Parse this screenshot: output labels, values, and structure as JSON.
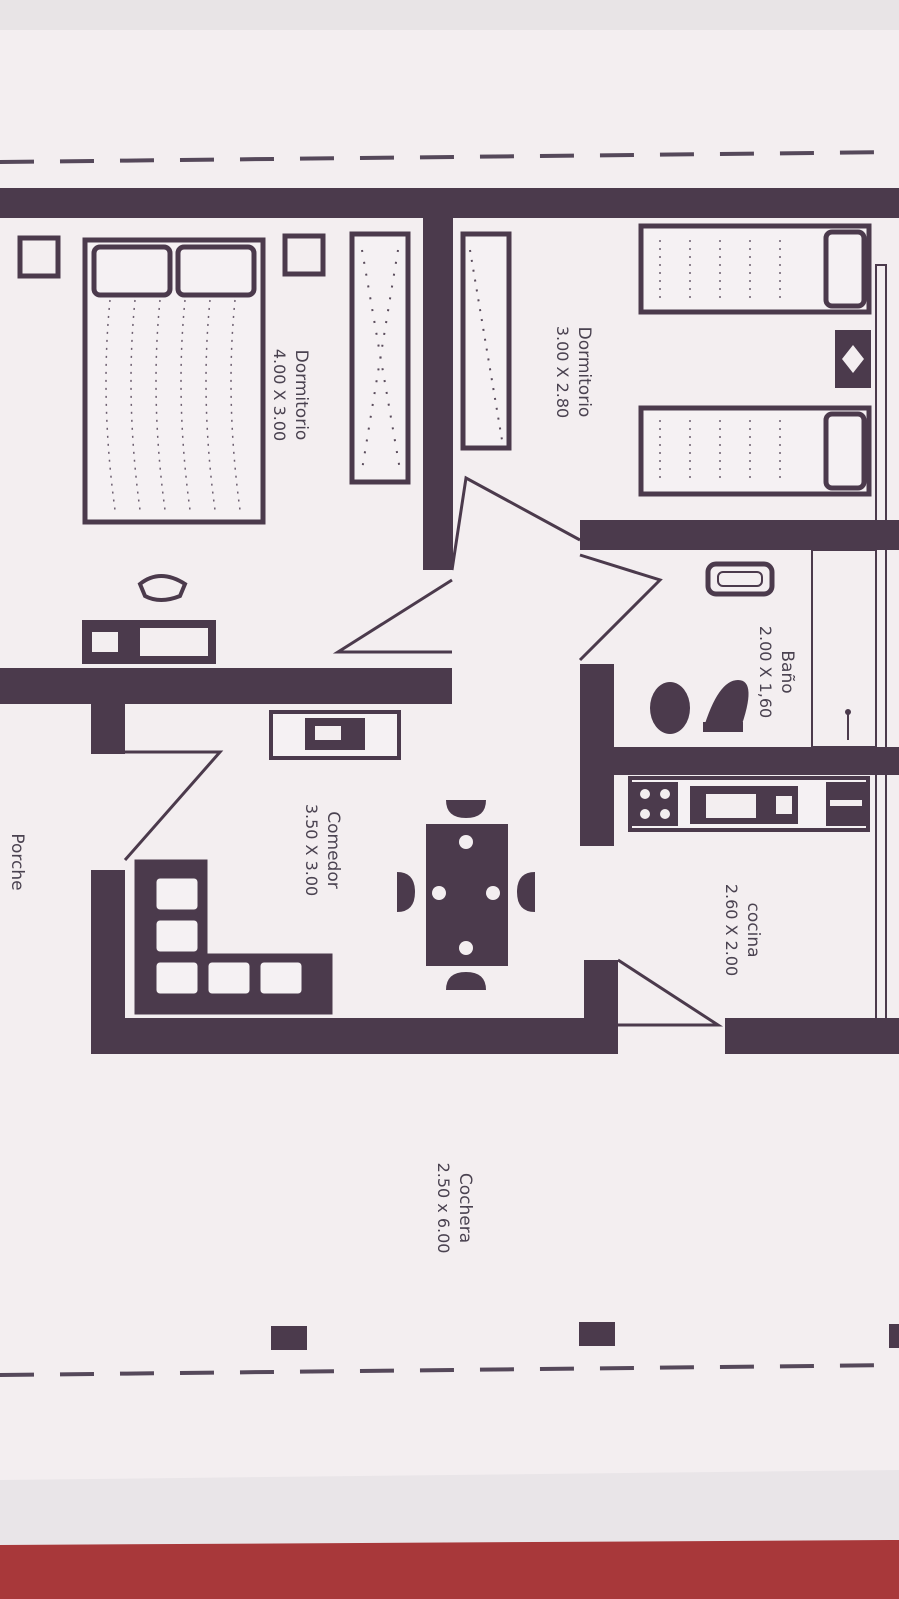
{
  "plan": {
    "rooms": [
      {
        "id": "dormitorio-1",
        "name": "Dormitorio",
        "size": "4.00 X 3.00"
      },
      {
        "id": "dormitorio-2",
        "name": "Dormitorio",
        "size": "3.00 X 2.80"
      },
      {
        "id": "bano",
        "name": "Baño",
        "size": "2.00 X 1,60"
      },
      {
        "id": "comedor",
        "name": "Comedor",
        "size": "3.50 X 3.00"
      },
      {
        "id": "cocina",
        "name": "cocina",
        "size": "2.60 X 2.00"
      },
      {
        "id": "cochera",
        "name": "Cochera",
        "size": "2.50 x 6.00"
      },
      {
        "id": "porche",
        "name": "Porche",
        "size": ""
      }
    ]
  },
  "colors": {
    "paper": "#f3eef0",
    "ink": "#4b3a4c",
    "table_top": "#b33a3a"
  }
}
